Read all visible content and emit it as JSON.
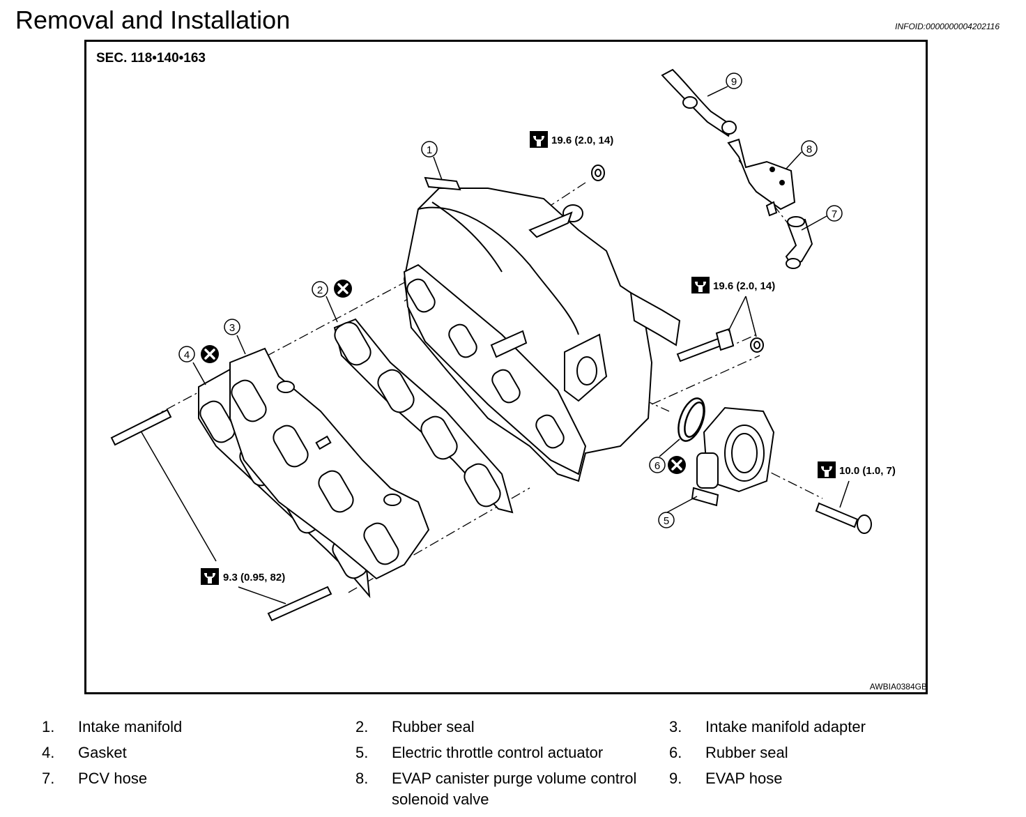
{
  "header": {
    "title": "Removal and Installation",
    "infoid": "INFOID:0000000004202116"
  },
  "diagram": {
    "section": "SEC. 118•140•163",
    "figure_code": "AWBIA0384GB",
    "callouts": [
      "1",
      "2",
      "3",
      "4",
      "5",
      "6",
      "7",
      "8",
      "9"
    ],
    "torques": {
      "nut_manifold": "19.6 (2.0, 14)",
      "bolt_throttle_bracket": "19.6 (2.0, 14)",
      "bolt_throttle": "10.0 (1.0, 7)",
      "stud": "9.3 (0.95, 82)"
    }
  },
  "legend": [
    {
      "num": "1.",
      "text": "Intake manifold"
    },
    {
      "num": "2.",
      "text": "Rubber seal"
    },
    {
      "num": "3.",
      "text": "Intake manifold adapter"
    },
    {
      "num": "4.",
      "text": "Gasket"
    },
    {
      "num": "5.",
      "text": "Electric throttle control actuator"
    },
    {
      "num": "6.",
      "text": "Rubber seal"
    },
    {
      "num": "7.",
      "text": "PCV hose"
    },
    {
      "num": "8.",
      "text": "EVAP canister purge volume control solenoid valve"
    },
    {
      "num": "9.",
      "text": "EVAP hose"
    }
  ]
}
